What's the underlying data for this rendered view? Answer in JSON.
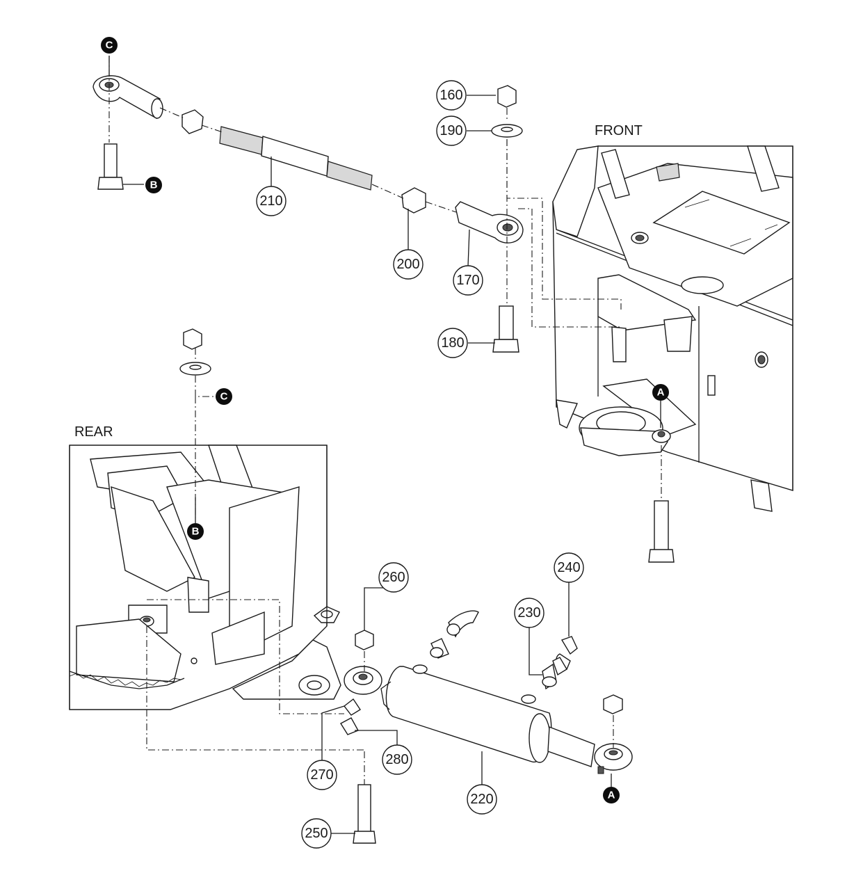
{
  "views": {
    "front": "FRONT",
    "rear": "REAR"
  },
  "callouts": {
    "c160": "160",
    "c170": "170",
    "c180": "180",
    "c190": "190",
    "c200": "200",
    "c210": "210",
    "c220": "220",
    "c230": "230",
    "c240": "240",
    "c250": "250",
    "c260": "260",
    "c270": "270",
    "c280": "280"
  },
  "tags": {
    "c_top": "C",
    "b_top": "B",
    "c_mid": "C",
    "b_mid": "B",
    "a_front": "A",
    "a_cyl": "A"
  }
}
